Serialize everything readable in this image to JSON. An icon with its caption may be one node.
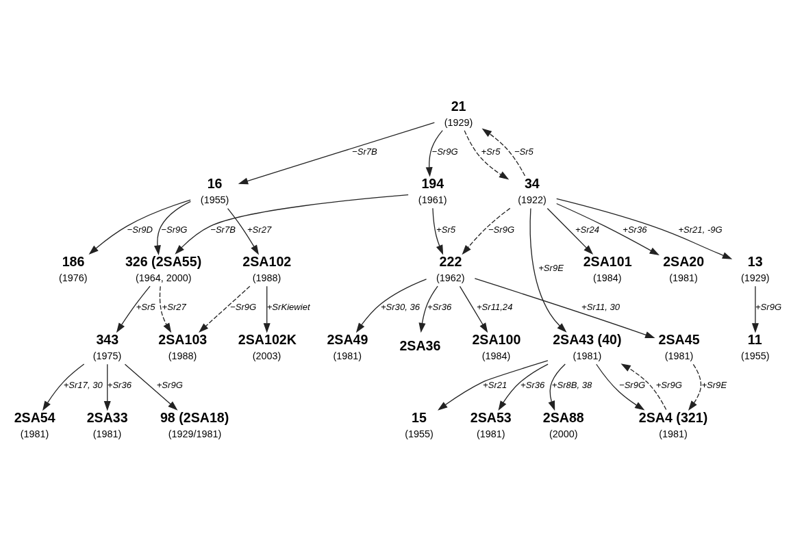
{
  "diagram": {
    "nodes": [
      {
        "text": [
          "21"
        ],
        "beside": [
          "(1929)"
        ]
      },
      {
        "text": [
          "34"
        ],
        "beside": [
          "(1922)"
        ]
      },
      {
        "text": [
          "16"
        ],
        "beside": [
          "(1955)"
        ]
      },
      {
        "text": [
          "186"
        ],
        "beside": [
          "(1976)"
        ]
      },
      {
        "text": [
          "194"
        ],
        "beside": [
          "(1961)"
        ]
      },
      {
        "text": [
          "222"
        ],
        "beside": [
          "(1962)"
        ]
      },
      {
        "text": [
          "2SA102"
        ],
        "beside": [
          "(1988)"
        ]
      },
      {
        "text": [
          "326 (2SA55)"
        ],
        "beside": [
          "(1964, 2000)"
        ]
      },
      {
        "text": [
          "2SA49"
        ],
        "beside": [
          "(1981)"
        ]
      },
      {
        "text": [
          "2SA45"
        ],
        "beside": [
          "(1981)"
        ]
      },
      {
        "text": [
          "2SA36"
        ]
      },
      {
        "text": [
          "2SA100"
        ],
        "beside": [
          "(1984)"
        ]
      },
      {
        "text": [
          "2SA101"
        ],
        "beside": [
          "(1984)"
        ]
      },
      {
        "text": [
          "2SA20"
        ],
        "beside": [
          "(1981)"
        ]
      },
      {
        "text": [
          "13"
        ],
        "beside": [
          "(1929)"
        ]
      },
      {
        "text": [
          "2SA103"
        ],
        "beside": [
          "(1988)"
        ]
      },
      {
        "text": [
          "2SA102K"
        ],
        "beside": [
          "(2003)"
        ]
      },
      {
        "text": [
          "11"
        ],
        "beside": [
          "(1955)"
        ]
      },
      {
        "text": [
          "2SA4 (321)"
        ],
        "beside": [
          "(1981)"
        ]
      },
      {
        "text": [
          "2SA43 (40)"
        ],
        "beside": [
          "(1981)"
        ]
      },
      {
        "text": [
          "343"
        ],
        "beside": [
          "(1975)"
        ]
      },
      {
        "text": [
          "15"
        ],
        "beside": [
          "(1955)"
        ]
      },
      {
        "text": [
          "2SA54"
        ],
        "beside": [
          "(1981)"
        ]
      },
      {
        "text": [
          "2SA53"
        ],
        "beside": [
          "(1981)"
        ]
      },
      {
        "text": [
          "2SA33"
        ],
        "beside": [
          "(1981)"
        ]
      },
      {
        "text": [
          "2SA88"
        ],
        "beside": [
          "(2000)"
        ]
      },
      {
        "text": [
          "98 (2SA18)"
        ],
        "beside": [
          "(1929/1981)"
        ]
      }
    ],
    "edges": [
      {
        "from": 0,
        "to": 2,
        "arrow": "to",
        "label": "−Sr7B"
      },
      {
        "from": 0,
        "to": 4,
        "arrow": "to",
        "label": "−Sr9G"
      },
      {
        "from": 1,
        "to": 0,
        "arrow": "to",
        "label": "−Sr5",
        "style": "dashed"
      },
      {
        "from": 0,
        "to": 1,
        "arrow": "to",
        "label": "+Sr5",
        "style": "dashed"
      },
      {
        "from": 2,
        "to": 3,
        "arrow": "to",
        "label": "−Sr9D"
      },
      {
        "from": 2,
        "to": 6,
        "arrow": "to",
        "label": "+Sr27"
      },
      {
        "from": 2,
        "to": 7,
        "arrow": "to",
        "label": "−Sr9G"
      },
      {
        "from": 4,
        "to": 7,
        "arrow": "to",
        "label": "−Sr7B"
      },
      {
        "from": 4,
        "to": 5,
        "arrow": "to",
        "label": "+Sr5"
      },
      {
        "from": 1,
        "to": 5,
        "arrow": "to",
        "label": "−Sr9G",
        "style": "dashed"
      },
      {
        "from": 5,
        "to": 8,
        "arrow": "to",
        "label": "+Sr30, 36"
      },
      {
        "from": 5,
        "to": 9,
        "arrow": "to",
        "label": "+Sr11, 30"
      },
      {
        "from": 5,
        "to": 10,
        "arrow": "to",
        "label": "+Sr36"
      },
      {
        "from": 5,
        "to": 11,
        "arrow": "to",
        "label": "+Sr11,24"
      },
      {
        "from": 1,
        "to": 12,
        "arrow": "to",
        "label": "+Sr24"
      },
      {
        "from": 1,
        "to": 19,
        "arrow": "to",
        "label": "+Sr9E"
      },
      {
        "from": 1,
        "to": 13,
        "arrow": "to",
        "label": "+Sr36"
      },
      {
        "from": 1,
        "to": 14,
        "arrow": "to",
        "label": "+Sr21, -9G"
      },
      {
        "from": 14,
        "to": 17,
        "arrow": "to",
        "label": "+Sr9G"
      },
      {
        "from": 6,
        "to": 16,
        "arrow": "to",
        "label": "+SrKiewiet"
      },
      {
        "from": 6,
        "to": 15,
        "arrow": "to",
        "label": "−Sr9G",
        "style": "dashed"
      },
      {
        "from": 7,
        "to": 15,
        "arrow": "to",
        "label": "+Sr27",
        "style": "dashed"
      },
      {
        "from": 7,
        "to": 20,
        "arrow": "to",
        "label": "+Sr5"
      },
      {
        "from": 9,
        "to": 18,
        "arrow": "to",
        "label": "+Sr9E",
        "style": "dashed"
      },
      {
        "from": 19,
        "to": 18,
        "arrow": "to",
        "label": "−Sr9G"
      },
      {
        "from": 18,
        "to": 19,
        "arrow": "to",
        "label": "+Sr9G",
        "style": "dashed"
      },
      {
        "from": 19,
        "to": 23,
        "arrow": "to",
        "label": "+Sr36"
      },
      {
        "from": 19,
        "to": 25,
        "arrow": "to",
        "label": "+Sr8B, 38"
      },
      {
        "from": 19,
        "to": 21,
        "arrow": "to",
        "label": "+Sr21"
      },
      {
        "from": 20,
        "to": 22,
        "arrow": "to",
        "label": "+Sr17, 30"
      },
      {
        "from": 20,
        "to": 24,
        "arrow": "to",
        "label": "+Sr36"
      },
      {
        "from": 20,
        "to": 26,
        "arrow": "to",
        "label": "+Sr9G"
      }
    ]
  }
}
